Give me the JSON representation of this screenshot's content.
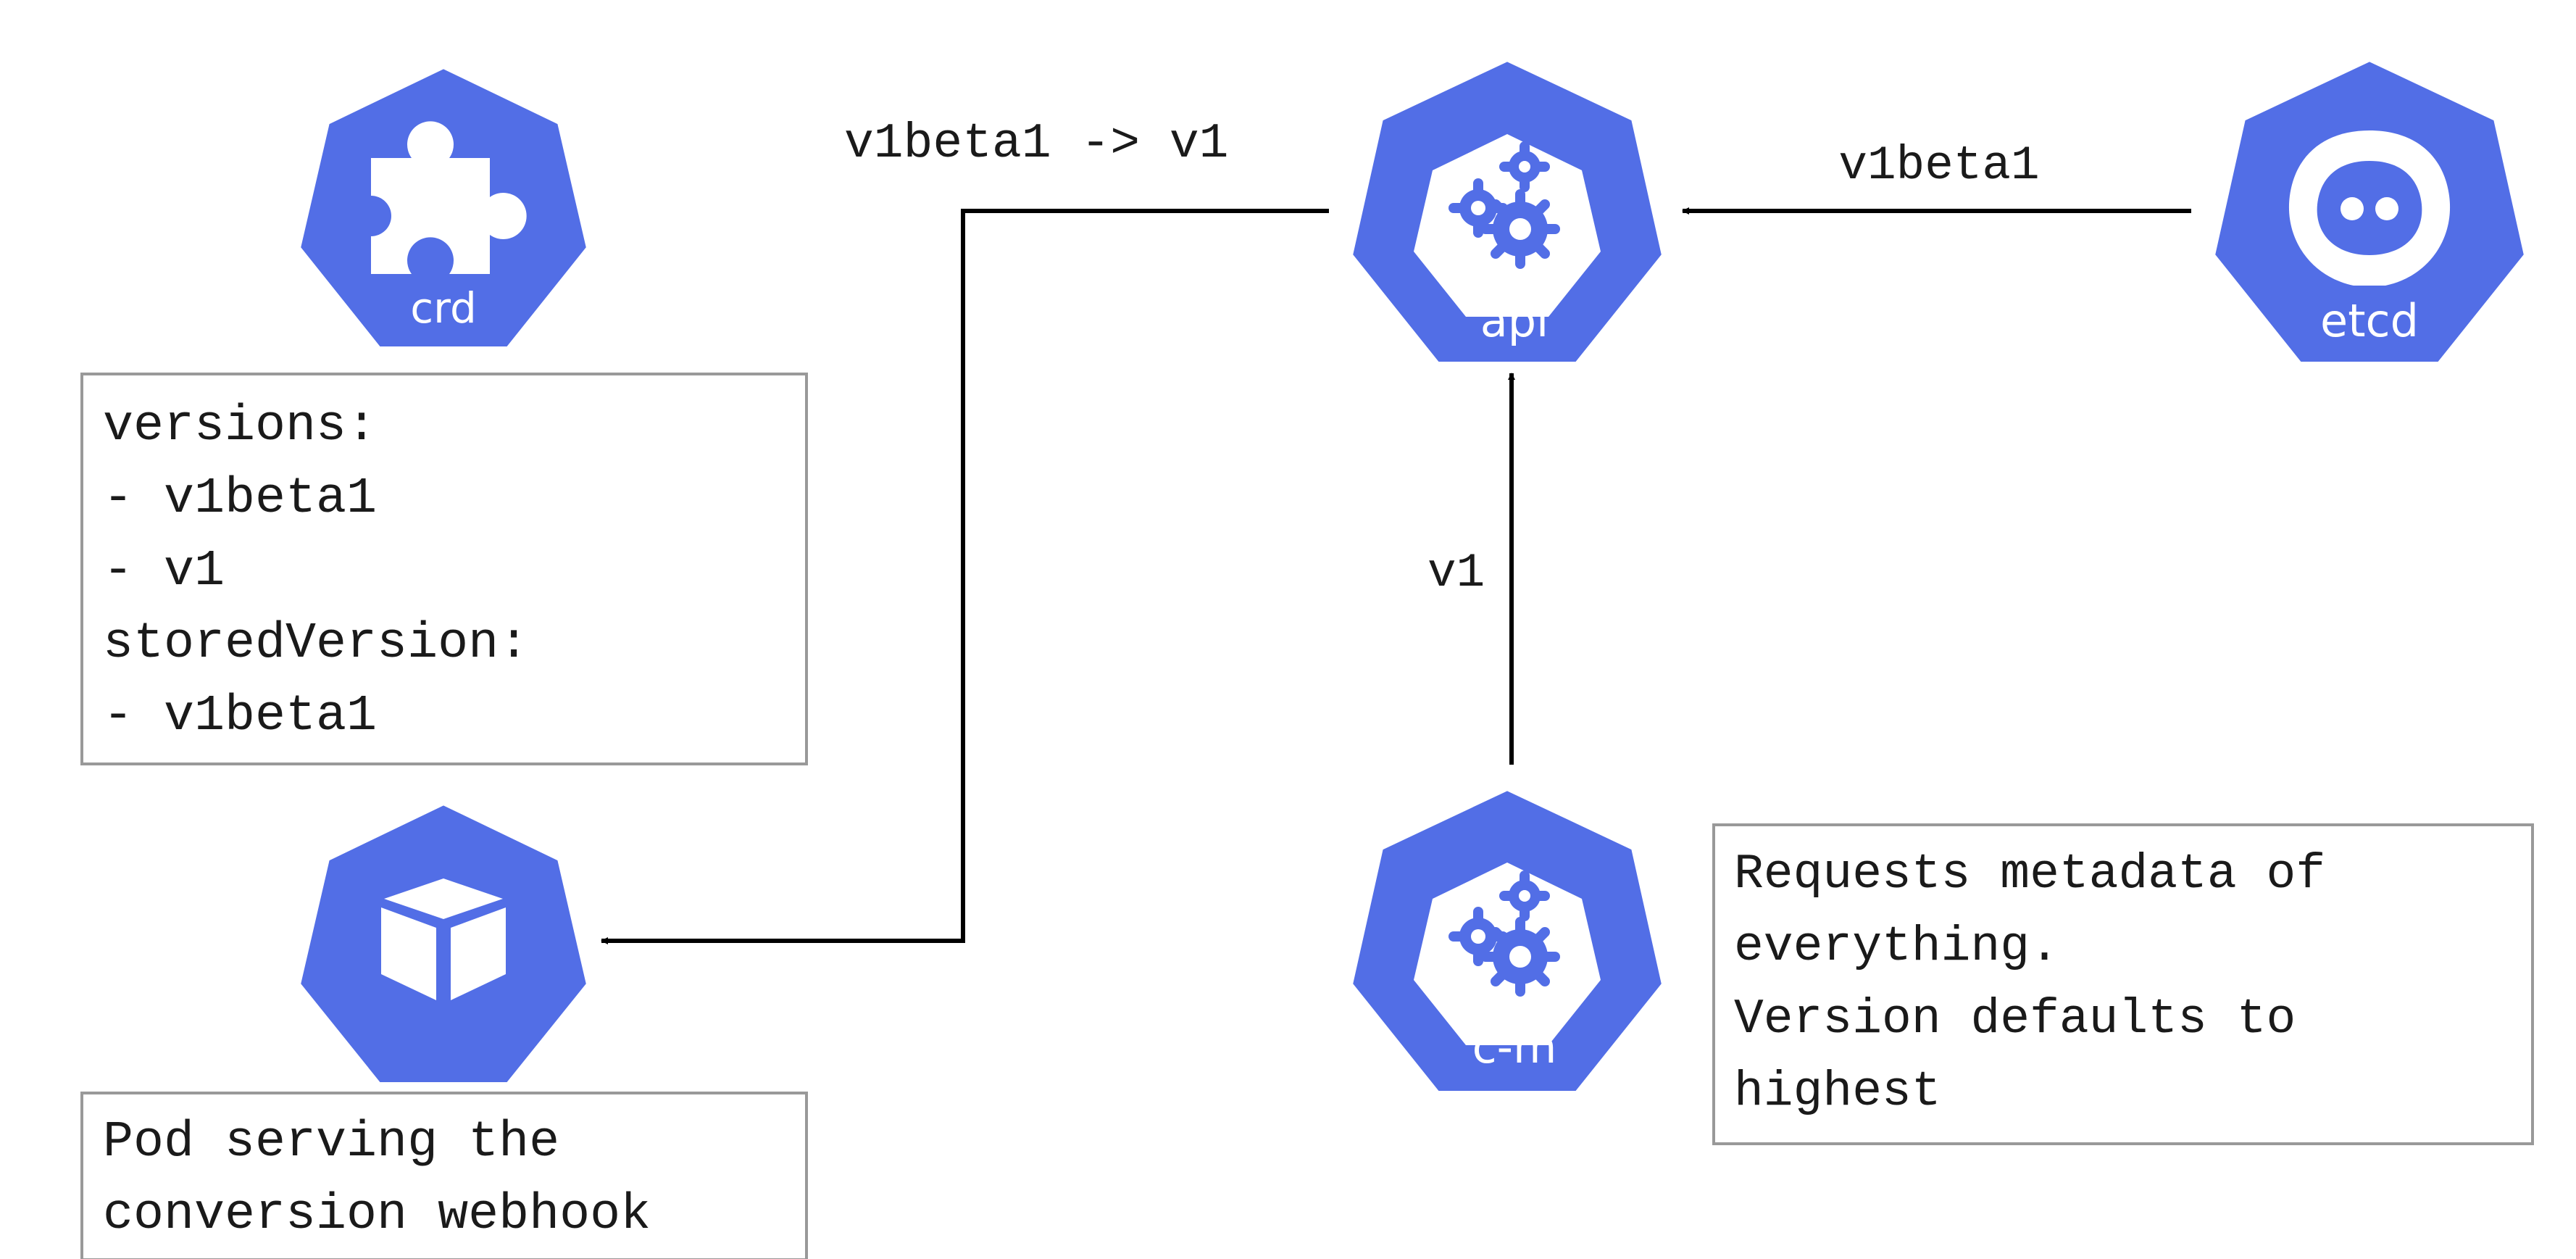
{
  "colors": {
    "icon_fill": "#526ee6",
    "icon_stroke": "#ffffff",
    "line": "#000000",
    "box_border": "#999999",
    "text": "#1a1a1a"
  },
  "nodes": [
    {
      "id": "crd",
      "label": "crd",
      "icon": "puzzle-icon"
    },
    {
      "id": "api",
      "label": "api",
      "icon": "gears-icon"
    },
    {
      "id": "etcd",
      "label": "etcd",
      "icon": "etcd-icon"
    },
    {
      "id": "pod",
      "label": "",
      "icon": "cube-icon"
    },
    {
      "id": "cm",
      "label": "c-m",
      "icon": "gears-icon"
    }
  ],
  "edges": [
    {
      "id": "etcd-to-api",
      "label": "v1beta1"
    },
    {
      "id": "api-to-pod",
      "label": "v1beta1 -> v1"
    },
    {
      "id": "cm-to-api",
      "label": "v1"
    }
  ],
  "boxes": {
    "crd_spec": [
      "versions:",
      "- v1beta1",
      "- v1",
      "storedVersion:",
      "- v1beta1"
    ],
    "pod_note": [
      "Pod serving the",
      "conversion webhook"
    ],
    "cm_note": [
      "Requests metadata of",
      "everything.",
      "Version defaults to",
      "highest"
    ]
  }
}
